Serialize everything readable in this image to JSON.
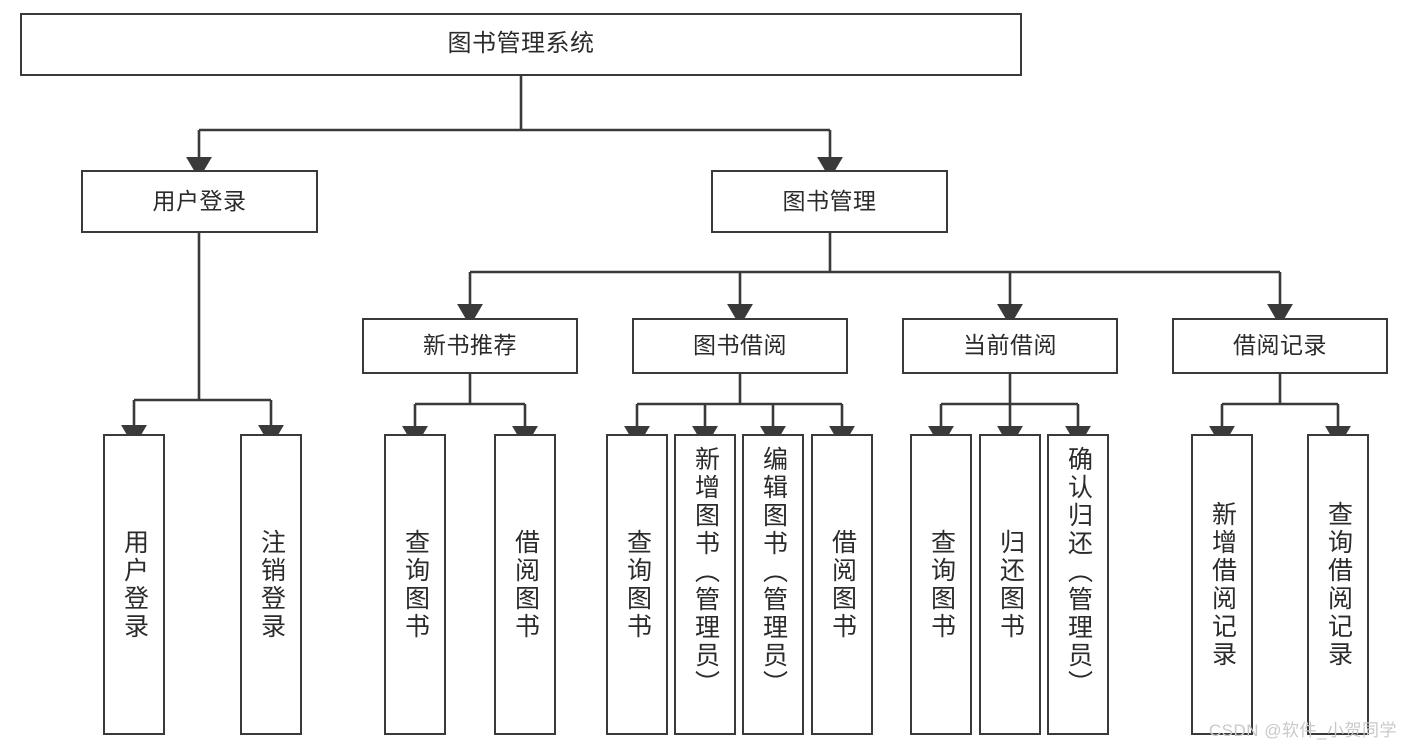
{
  "diagram": {
    "title": "图书管理系统",
    "type": "tree",
    "orientation": "top-down",
    "line_color": "#3a3a3a",
    "box_fill": "#ffffff",
    "text_color": "#2b2b2b"
  },
  "nodes": {
    "root": {
      "label": "图书管理系统"
    },
    "level2": [
      {
        "id": "user-login",
        "label": "用户登录"
      },
      {
        "id": "book-manage",
        "label": "图书管理"
      }
    ],
    "level3": [
      {
        "id": "new-book-recommend",
        "label": "新书推荐"
      },
      {
        "id": "book-borrow",
        "label": "图书借阅"
      },
      {
        "id": "current-borrow",
        "label": "当前借阅"
      },
      {
        "id": "borrow-record",
        "label": "借阅记录"
      }
    ],
    "leaves": [
      {
        "id": "leaf-user-login",
        "label": "用户登录",
        "parent": "user-login"
      },
      {
        "id": "leaf-logout",
        "label": "注销登录",
        "parent": "user-login"
      },
      {
        "id": "leaf-query-book-1",
        "label": "查询图书",
        "parent": "new-book-recommend"
      },
      {
        "id": "leaf-borrow-book-1",
        "label": "借阅图书",
        "parent": "new-book-recommend"
      },
      {
        "id": "leaf-query-book-2",
        "label": "查询图书",
        "parent": "book-borrow"
      },
      {
        "id": "leaf-add-book",
        "label": "新增图书（管理员）",
        "parent": "book-borrow"
      },
      {
        "id": "leaf-edit-book",
        "label": "编辑图书（管理员）",
        "parent": "book-borrow"
      },
      {
        "id": "leaf-borrow-book-2",
        "label": "借阅图书",
        "parent": "book-borrow"
      },
      {
        "id": "leaf-query-book-3",
        "label": "查询图书",
        "parent": "current-borrow"
      },
      {
        "id": "leaf-return-book",
        "label": "归还图书",
        "parent": "current-borrow"
      },
      {
        "id": "leaf-confirm-return",
        "label": "确认归还（管理员）",
        "parent": "current-borrow"
      },
      {
        "id": "leaf-add-record",
        "label": "新增借阅记录",
        "parent": "borrow-record"
      },
      {
        "id": "leaf-query-record",
        "label": "查询借阅记录",
        "parent": "borrow-record"
      }
    ]
  },
  "watermark": {
    "text": "CSDN @软件_小贺同学"
  }
}
